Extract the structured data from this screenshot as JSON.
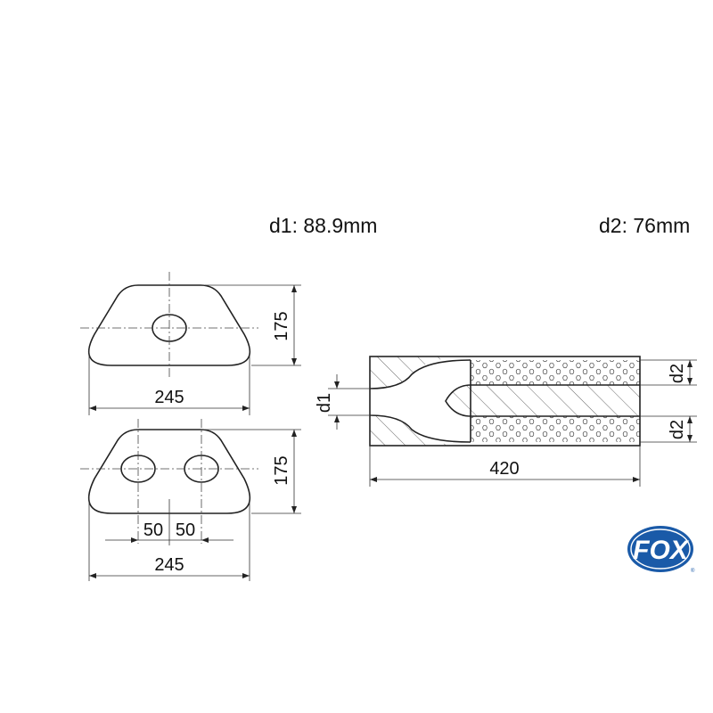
{
  "specs": {
    "d1": "d1: 88.9mm",
    "d2": "d2: 76mm"
  },
  "view_single": {
    "width_label": "245",
    "height_label": "175"
  },
  "view_double": {
    "width_label": "245",
    "height_label": "175",
    "offset_left_label": "50",
    "offset_right_label": "50"
  },
  "side_view": {
    "length_label": "420",
    "inlet_label": "d1",
    "outlet_top_label": "d2",
    "outlet_bottom_label": "d2"
  },
  "logo": {
    "text": "FOX",
    "mark": "®",
    "color": "#1a5aa8"
  }
}
